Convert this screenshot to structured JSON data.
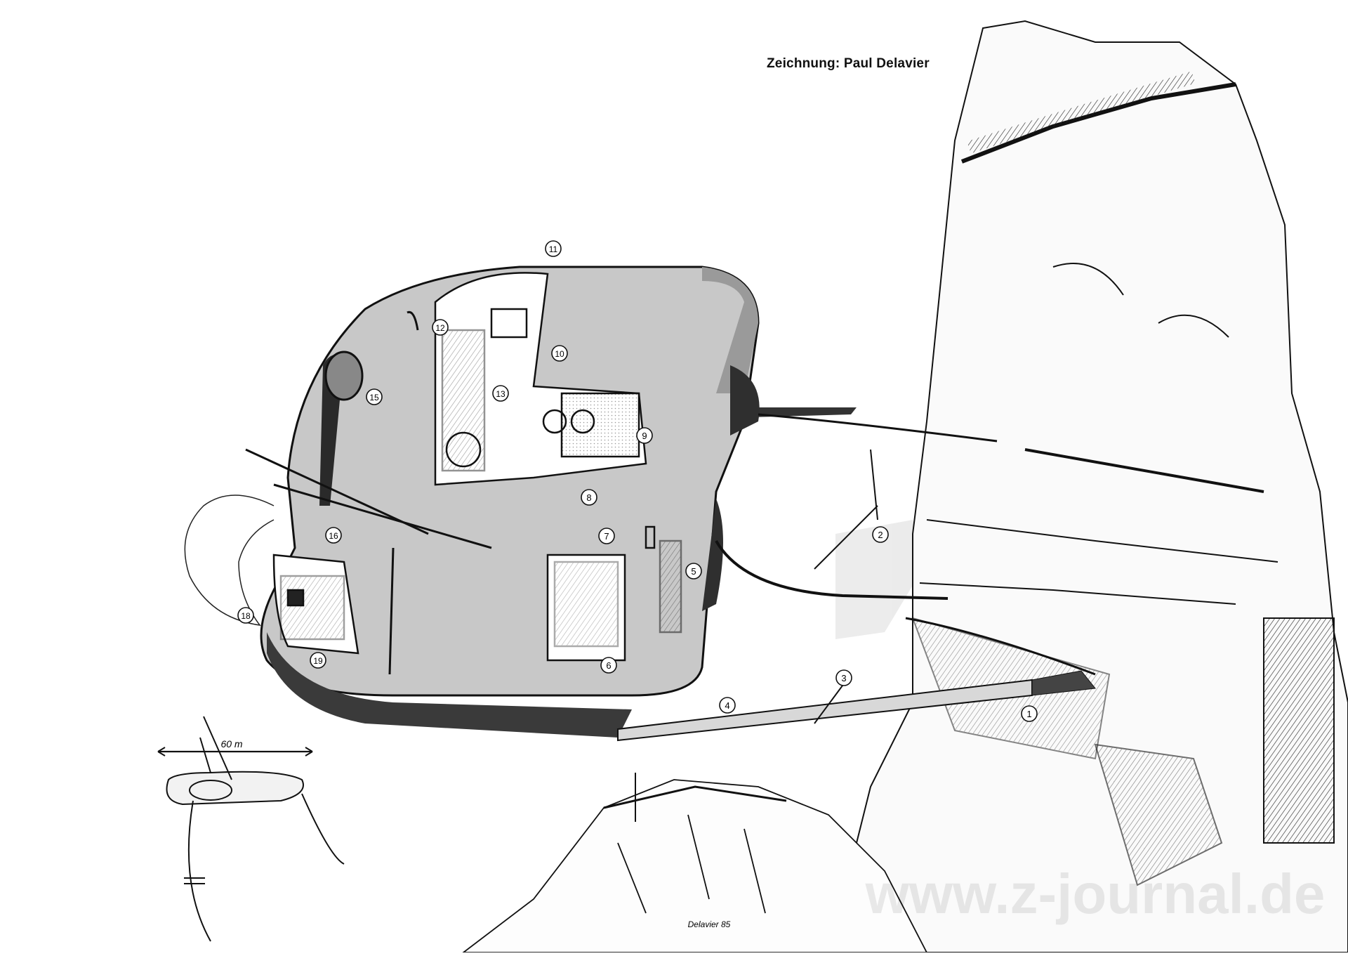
{
  "credit": "Zeichnung: Paul Delavier",
  "scale_label": "60 m",
  "signature": "Delavier 85",
  "watermark": "www.z-journal.de",
  "callouts": [
    "1",
    "2",
    "3",
    "4",
    "5",
    "6",
    "7",
    "8",
    "9",
    "10",
    "11",
    "12",
    "13",
    "15",
    "16",
    "18",
    "19"
  ],
  "colors": {
    "ink": "#111111",
    "hull": "#c4c4c4",
    "shadow": "#3a3a3a",
    "paper": "#ffffff"
  }
}
